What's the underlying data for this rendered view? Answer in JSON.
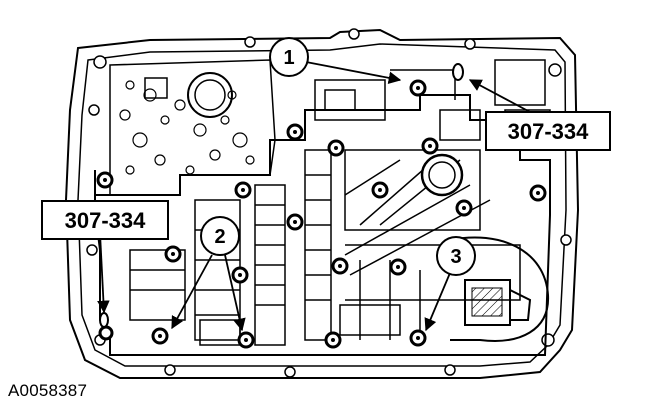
{
  "figure": {
    "figure_id": "A0058387",
    "tool_callouts": [
      "307-334",
      "307-334"
    ],
    "numbered_callouts": [
      "1",
      "2",
      "3"
    ]
  }
}
